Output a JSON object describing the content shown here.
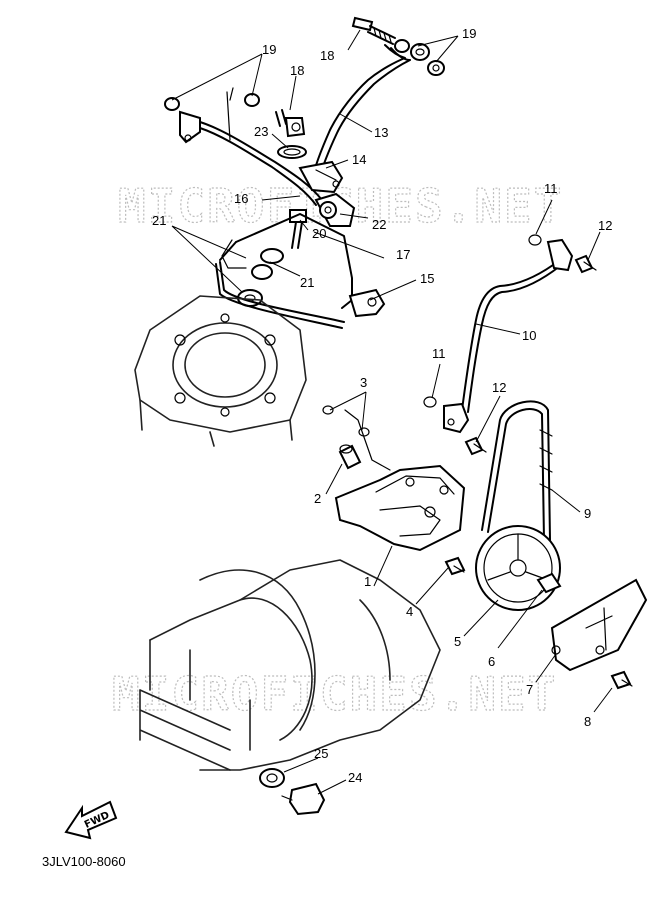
{
  "watermark_text": "MICROFICHES.NET",
  "diagram_code": "3JLV100-8060",
  "fwd_label": "FWD",
  "callouts": {
    "c1": "1",
    "c2": "2",
    "c3": "3",
    "c4": "4",
    "c5": "5",
    "c6": "6",
    "c7": "7",
    "c8": "8",
    "c9": "9",
    "c10": "10",
    "c11a": "11",
    "c11b": "11",
    "c12a": "12",
    "c12b": "12",
    "c13": "13",
    "c14": "14",
    "c15": "15",
    "c16": "16",
    "c17": "17",
    "c18a": "18",
    "c18b": "18",
    "c19a": "19",
    "c19b": "19",
    "c20": "20",
    "c21a": "21",
    "c21b": "21",
    "c22": "22",
    "c23": "23",
    "c24": "24",
    "c25": "25"
  }
}
